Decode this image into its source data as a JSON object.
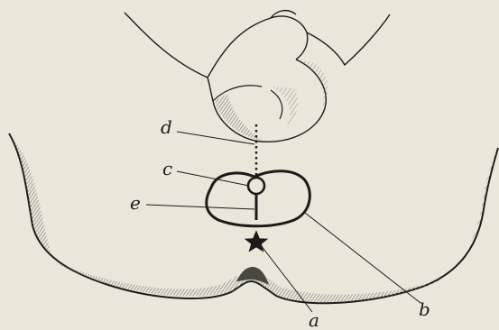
{
  "diagram": {
    "labels": {
      "a": "a",
      "b": "b",
      "c": "c",
      "d": "d",
      "e": "e"
    },
    "colors": {
      "paper": "#eae6da",
      "ink": "#1d1b18",
      "hatch": "#6d6a63"
    }
  }
}
